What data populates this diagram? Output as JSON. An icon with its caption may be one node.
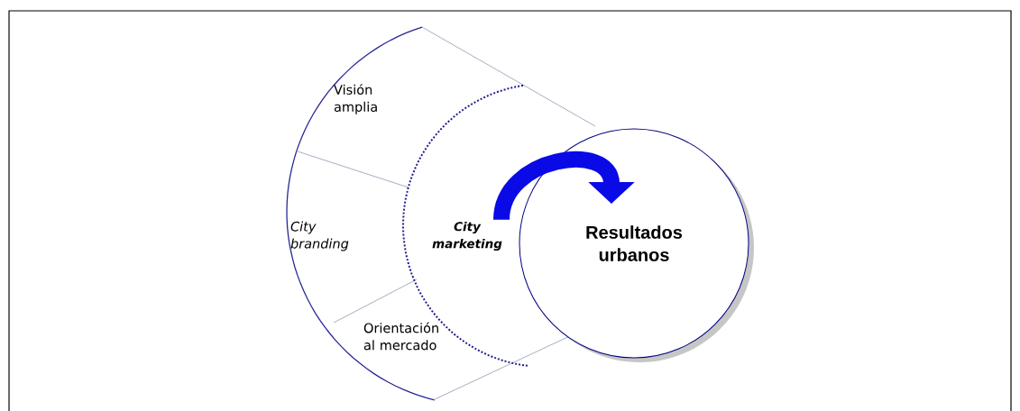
{
  "diagram": {
    "nodes": [
      {
        "text": [
          "Visión amplia"
        ]
      },
      {
        "text": [
          "City branding"
        ]
      },
      {
        "text": [
          "Orientación al mercado"
        ]
      },
      {
        "text": [
          "City marketing"
        ]
      },
      {
        "text": [
          "Resultados urbanos"
        ]
      }
    ],
    "edges": [
      {
        "from": 3,
        "to": 4,
        "arrow": "to"
      }
    ]
  }
}
